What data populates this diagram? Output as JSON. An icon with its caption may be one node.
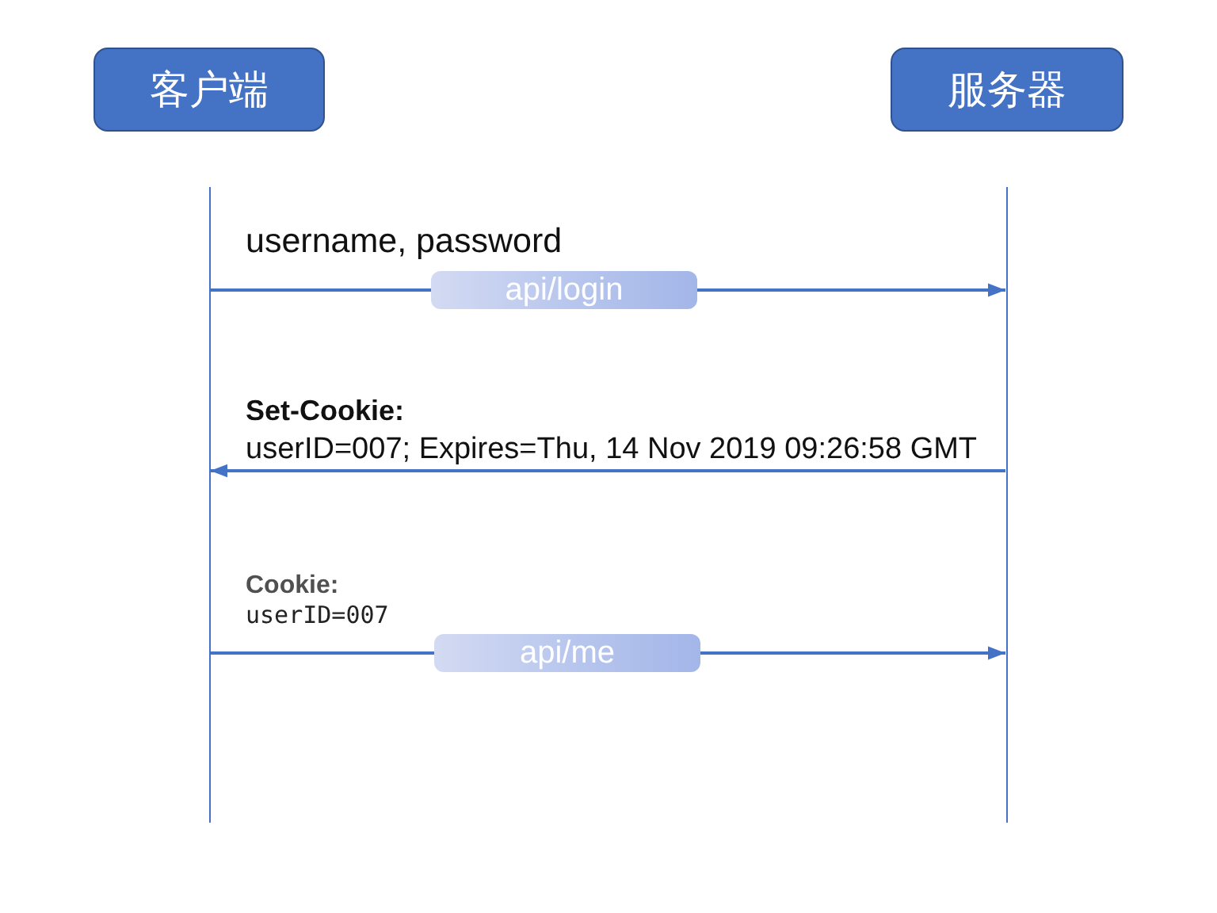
{
  "diagram": {
    "nodes": [
      {
        "text": [
          "客户端"
        ]
      },
      {
        "text": [
          "服务器"
        ]
      },
      {
        "text": [],
        "shape": "line"
      },
      {
        "text": [],
        "shape": "line"
      }
    ],
    "edges": [
      {
        "from": 2,
        "to": 3,
        "arrow": "to",
        "label": "api/login"
      },
      {
        "from": 3,
        "to": 2,
        "arrow": "to"
      },
      {
        "from": 2,
        "to": 3,
        "arrow": "to",
        "label": "api/me"
      }
    ],
    "labels": [
      "username, password",
      "Set-Cookie:",
      "userID=007; Expires=Thu, 14 Nov 2019 09:26:58 GMT",
      "Cookie:",
      "userID=007"
    ]
  }
}
